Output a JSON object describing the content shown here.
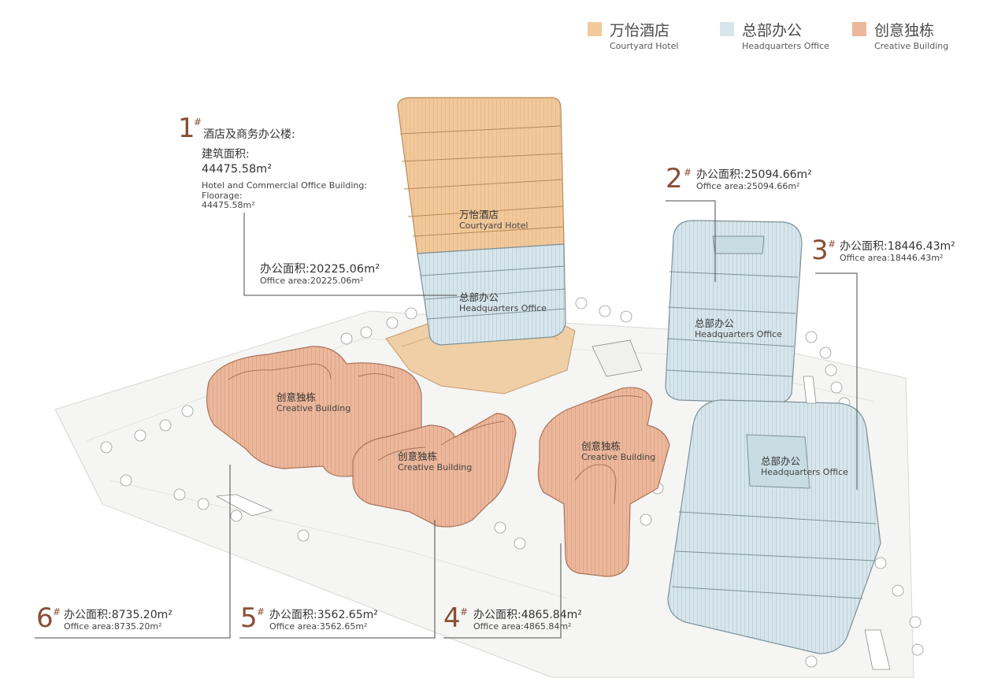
{
  "legend": [
    {
      "cn": "万怡酒店",
      "en": "Courtyard Hotel",
      "color": "#f2c99a"
    },
    {
      "cn": "总部办公",
      "en": "Headquarters Office",
      "color": "#d7e6ec"
    },
    {
      "cn": "创意独栋",
      "en": "Creative Building",
      "color": "#ecb79b"
    }
  ],
  "colors": {
    "hotel": "#f2c99a",
    "office": "#d7e6ec",
    "creative": "#ecb79b",
    "accent": "#8a4e35"
  },
  "b1": {
    "num": "1",
    "hash": "#",
    "cn_title": "酒店及商务办公楼:",
    "cn_area_label": "建筑面积:",
    "cn_area": "44475.58m²",
    "en_title": "Hotel and Commercial Office Building:",
    "en_floorage": "Floorage:",
    "en_area": "44475.58m²",
    "office_cn": "办公面积:20225.06m²",
    "office_en": "Office area:20225.06m²"
  },
  "b2": {
    "num": "2",
    "hash": "#",
    "cn": "办公面积:25094.66m²",
    "en": "Office area:25094.66m²"
  },
  "b3": {
    "num": "3",
    "hash": "#",
    "cn": "办公面积:18446.43m²",
    "en": "Office area:18446.43m²"
  },
  "b4": {
    "num": "4",
    "hash": "#",
    "cn": "办公面积:4865.84m²",
    "en": "Office area:4865.84m²"
  },
  "b5": {
    "num": "5",
    "hash": "#",
    "cn": "办公面积:3562.65m²",
    "en": "Office area:3562.65m²"
  },
  "b6": {
    "num": "6",
    "hash": "#",
    "cn": "办公面积:8735.20m²",
    "en": "Office area:8735.20m²"
  },
  "labels": {
    "hotel": {
      "cn": "万怡酒店",
      "en": "Courtyard Hotel"
    },
    "hq": {
      "cn": "总部办公",
      "en": "Headquarters Office"
    },
    "creative": {
      "cn": "创意独栋",
      "en": "Creative Building"
    }
  }
}
